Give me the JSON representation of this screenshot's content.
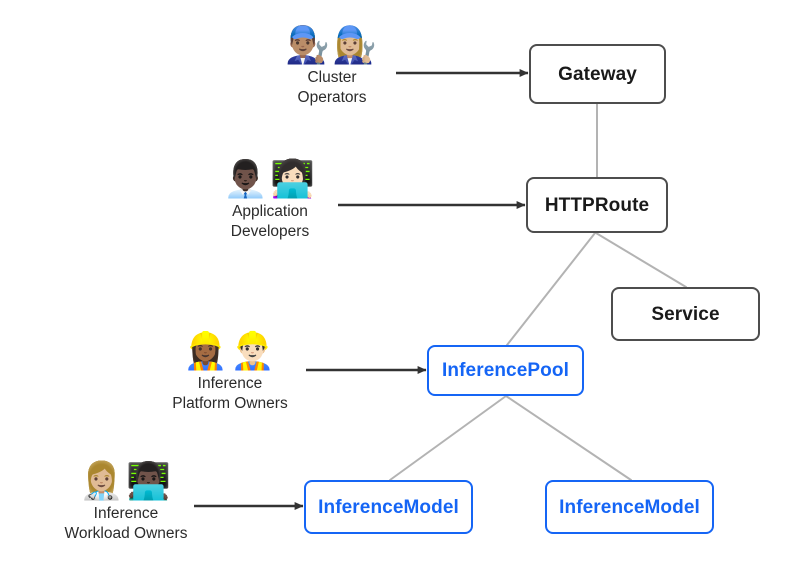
{
  "diagram": {
    "title": "Gateway API Inference Extension personas and resources",
    "background_color": "#ffffff",
    "colors": {
      "node_border_dark": "#4d4d4d",
      "node_border_blue": "#1565f5",
      "node_text_dark": "#1a1a1a",
      "node_text_blue": "#1565f5",
      "edge_gray": "#b3b3b3",
      "arrow_dark": "#333333",
      "label_text": "#2b2b2b"
    }
  },
  "nodes": [
    {
      "id": "gateway",
      "label": "Gateway",
      "style": "dark"
    },
    {
      "id": "httproute",
      "label": "HTTPRoute",
      "style": "dark"
    },
    {
      "id": "service",
      "label": "Service",
      "style": "dark"
    },
    {
      "id": "inferencepool",
      "label": "InferencePool",
      "style": "blue"
    },
    {
      "id": "inferencemodel_1",
      "label": "InferenceModel",
      "style": "blue"
    },
    {
      "id": "inferencemodel_2",
      "label": "InferenceModel",
      "style": "blue"
    }
  ],
  "actors": [
    {
      "id": "cluster_operators",
      "icons": "👨🏽‍🔧👩🏼‍🔧",
      "icon_names": [
        "man-mechanic-icon",
        "woman-mechanic-icon"
      ],
      "name": "Cluster\nOperators",
      "targets_node": "gateway"
    },
    {
      "id": "application_developers",
      "icons": "👨🏿‍💼👩🏻‍💻",
      "icon_names": [
        "man-office-worker-icon",
        "woman-technologist-icon"
      ],
      "name": "Application\nDevelopers",
      "targets_node": "httproute"
    },
    {
      "id": "inference_platform_owners",
      "icons": "👷🏾‍♀️👷🏻‍♂️",
      "icon_names": [
        "woman-construction-worker-icon",
        "man-construction-worker-icon"
      ],
      "name": "Inference\nPlatform Owners",
      "targets_node": "inferencepool"
    },
    {
      "id": "inference_workload_owners",
      "icons": "👩🏼‍⚕️👨🏿‍💻",
      "icon_names": [
        "woman-health-worker-icon",
        "man-technologist-icon"
      ],
      "name": "Inference\nWorkload Owners",
      "targets_node": "inferencemodel_1"
    }
  ],
  "edges": [
    {
      "from": "gateway",
      "to": "httproute",
      "kind": "link"
    },
    {
      "from": "httproute",
      "to": "service",
      "kind": "link"
    },
    {
      "from": "httproute",
      "to": "inferencepool",
      "kind": "link"
    },
    {
      "from": "inferencepool",
      "to": "inferencemodel_1",
      "kind": "link"
    },
    {
      "from": "inferencepool",
      "to": "inferencemodel_2",
      "kind": "link"
    },
    {
      "from": "cluster_operators",
      "to": "gateway",
      "kind": "arrow"
    },
    {
      "from": "application_developers",
      "to": "httproute",
      "kind": "arrow"
    },
    {
      "from": "inference_platform_owners",
      "to": "inferencepool",
      "kind": "arrow"
    },
    {
      "from": "inference_workload_owners",
      "to": "inferencemodel_1",
      "kind": "arrow"
    }
  ]
}
